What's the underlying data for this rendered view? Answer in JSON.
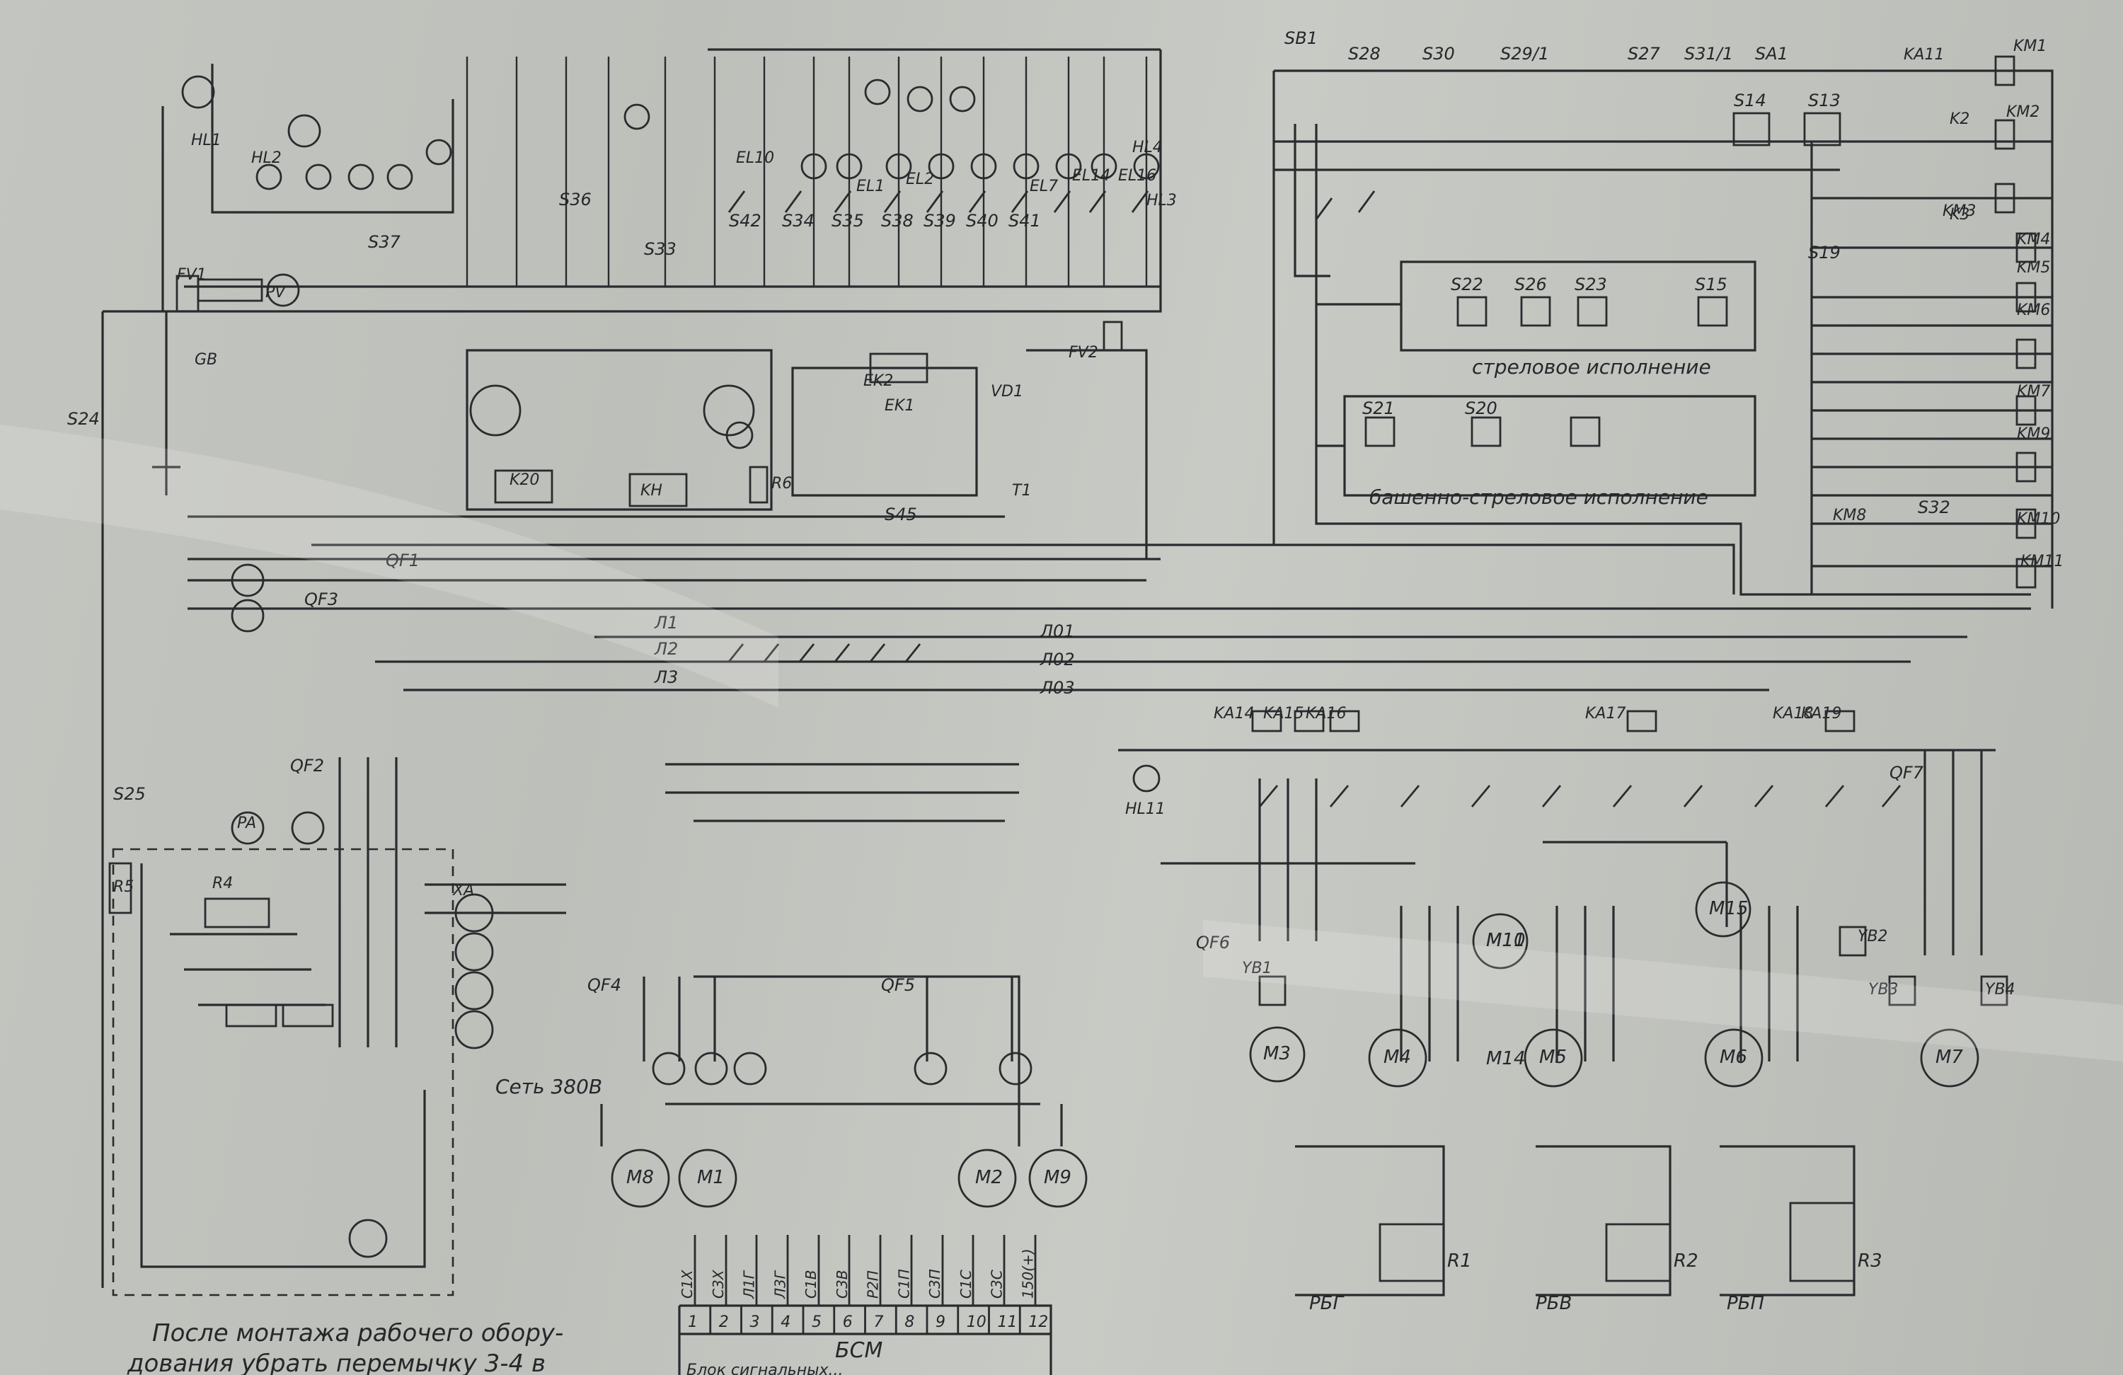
{
  "components": {
    "motors": [
      "M1",
      "M2",
      "M3",
      "M4",
      "M5",
      "M6",
      "M7",
      "M8",
      "M9",
      "M10",
      "M11",
      "M14",
      "M15"
    ],
    "switches": [
      "SB1",
      "S28",
      "S30",
      "S29/1",
      "S27",
      "S31/1",
      "SA1",
      "S14",
      "S13",
      "S22",
      "S26",
      "S23",
      "S15",
      "S21",
      "S20",
      "S24",
      "S36",
      "S33",
      "S37",
      "S42",
      "S34",
      "S35",
      "S38",
      "S39",
      "S40",
      "S41",
      "S45",
      "S25",
      "S32",
      "S19"
    ],
    "relays": [
      "KM1",
      "KM2",
      "KM3",
      "KM4",
      "KM5",
      "KM6",
      "KM7",
      "KM8",
      "KM9",
      "KM10",
      "KM11",
      "KA11",
      "KA14",
      "KA15",
      "KA16",
      "KA17",
      "KA18",
      "KA19",
      "K2",
      "K3",
      "KH"
    ],
    "lamps": [
      "HL1",
      "HL2",
      "HL3",
      "HL4",
      "HL11",
      "EL1",
      "EL2",
      "EL7",
      "EL10",
      "EL14",
      "EL16"
    ],
    "breakers": [
      "QF1",
      "QF2",
      "QF3",
      "QF4",
      "QF5",
      "QF6",
      "QF7"
    ],
    "other": [
      "GB",
      "FV1",
      "FV2",
      "EK1",
      "EK2",
      "XA",
      "R4",
      "R5",
      "R6",
      "T1",
      "VD1",
      "YB1",
      "YB2",
      "YB3",
      "YB4",
      "PV",
      "PA",
      "K20"
    ]
  },
  "blocks": {
    "boom": "стреловое исполнение",
    "tower_boom": "башенно-стреловое исполнение",
    "network": "Сеть 380В",
    "bsm_title": "БСМ",
    "bsm_caption": "Блок сигнальных..."
  },
  "bsm_terminals": [
    "1",
    "2",
    "3",
    "4",
    "5",
    "6",
    "7",
    "8",
    "9",
    "10",
    "11",
    "12"
  ],
  "bsm_top_labels": [
    "C1X",
    "C3X",
    "Л1Г",
    "Л3Г",
    "C1В",
    "C3В",
    "Р2П",
    "C1П",
    "C3П",
    "C1C",
    "C3C",
    "150(+)"
  ],
  "bus_labels": [
    "Л1",
    "Л2",
    "Л3",
    "Л01",
    "Л02",
    "Л03"
  ],
  "resistor_groups": [
    "РБГ",
    "РБВ",
    "РБП",
    "R1",
    "R2",
    "R3"
  ],
  "note": {
    "line1": "После монтажа рабочего обору-",
    "line2": "дования убрать перемычку 3-4 в"
  }
}
